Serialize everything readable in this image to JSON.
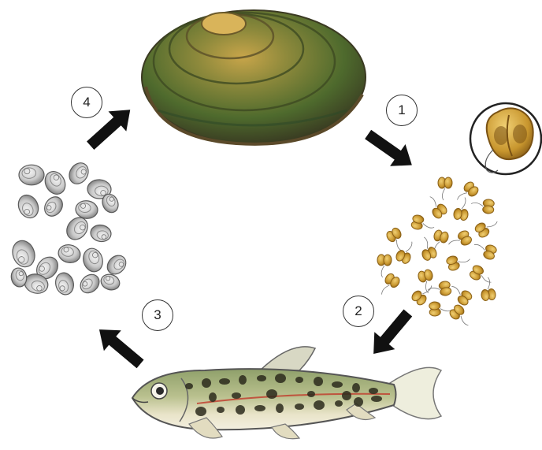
{
  "figure": {
    "steps": [
      "1",
      "2",
      "3",
      "4"
    ]
  }
}
